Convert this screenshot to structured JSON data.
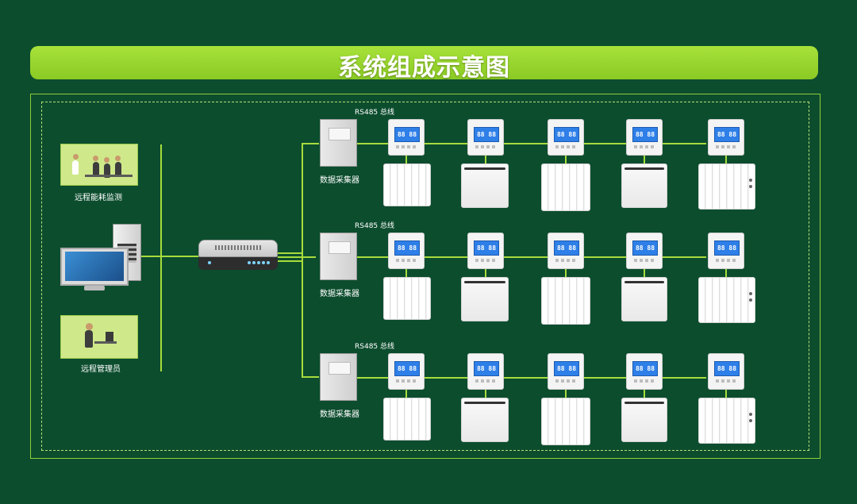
{
  "title": "系统组成示意图",
  "labels": {
    "remote_monitor": "远程能耗监测",
    "remote_admin": "远程管理员",
    "collector": "数据采集器",
    "bus": "RS485 总线"
  },
  "rows": [
    {
      "bus": "RS485 总线",
      "collector": "数据采集器",
      "displays": [
        "88 88",
        "88 88",
        "88 88",
        "88 88",
        "88 88"
      ]
    },
    {
      "bus": "RS485 总线",
      "collector": "数据采集器",
      "displays": [
        "88 88",
        "88 88",
        "88 88",
        "88 88",
        "88 88"
      ]
    },
    {
      "bus": "RS485 总线",
      "collector": "数据采集器",
      "displays": [
        "88 88",
        "88 88",
        "88 88",
        "88 88",
        "88 88"
      ]
    }
  ],
  "colors": {
    "background": "#0c4d2e",
    "accent": "#a8dc3c",
    "banner": "#8bc924",
    "screen": "#2e7fe8"
  }
}
